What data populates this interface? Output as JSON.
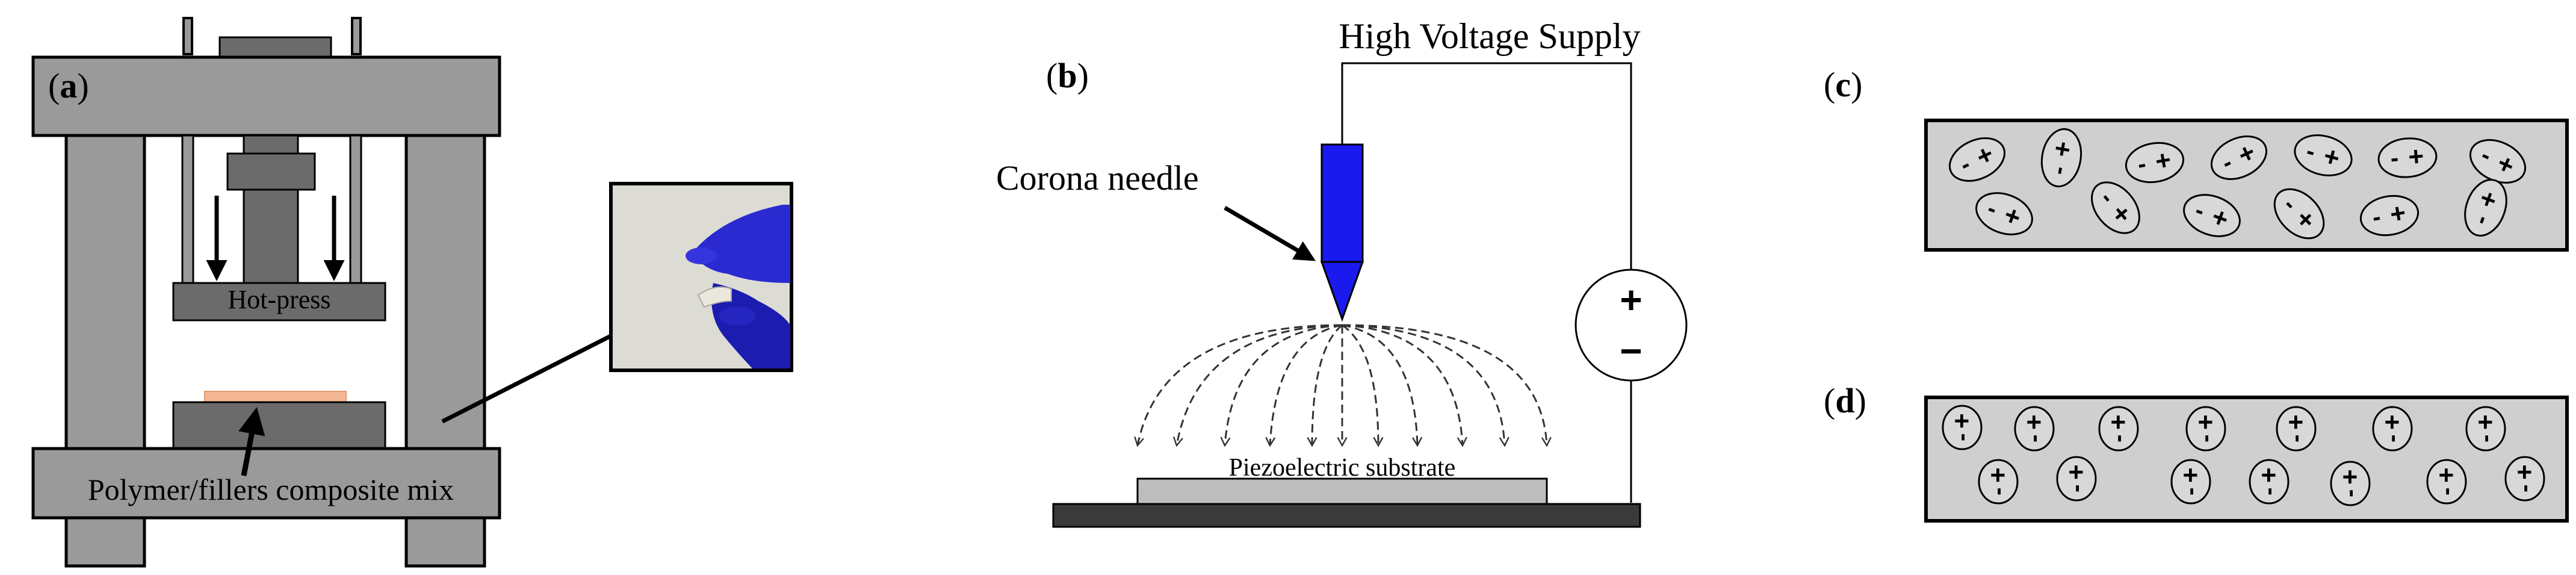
{
  "panels": {
    "a": {
      "label_open": "(",
      "label_letter": "a",
      "label_close": ")",
      "hotpress_label": "Hot-press",
      "composite_label": "Polymer/fillers composite mix"
    },
    "b": {
      "label_open": "(",
      "label_letter": "b",
      "label_close": ")",
      "supply_label": "High Voltage Supply",
      "needle_label": "Corona needle",
      "substrate_label": "Piezoelectric substrate",
      "plus_sign": "+",
      "minus_sign": "−"
    },
    "c": {
      "label_open": "(",
      "label_letter": "c",
      "label_close": ")",
      "dipole_plus": "+",
      "dipole_minus": "-"
    },
    "d": {
      "label_open": "(",
      "label_letter": "d",
      "label_close": ")",
      "dipole_plus": "+",
      "dipole_minus": "-"
    }
  },
  "colors": {
    "press_frame": "#9a9a9a",
    "press_dark": "#6b6b6b",
    "sample": "#f5b895",
    "needle": "#1a1aee",
    "glove": "#2a2ad0",
    "substrate": "#bdbdbd",
    "base_plate": "#3a3a3a",
    "film": "#cfcfcf",
    "outline": "#000000"
  }
}
